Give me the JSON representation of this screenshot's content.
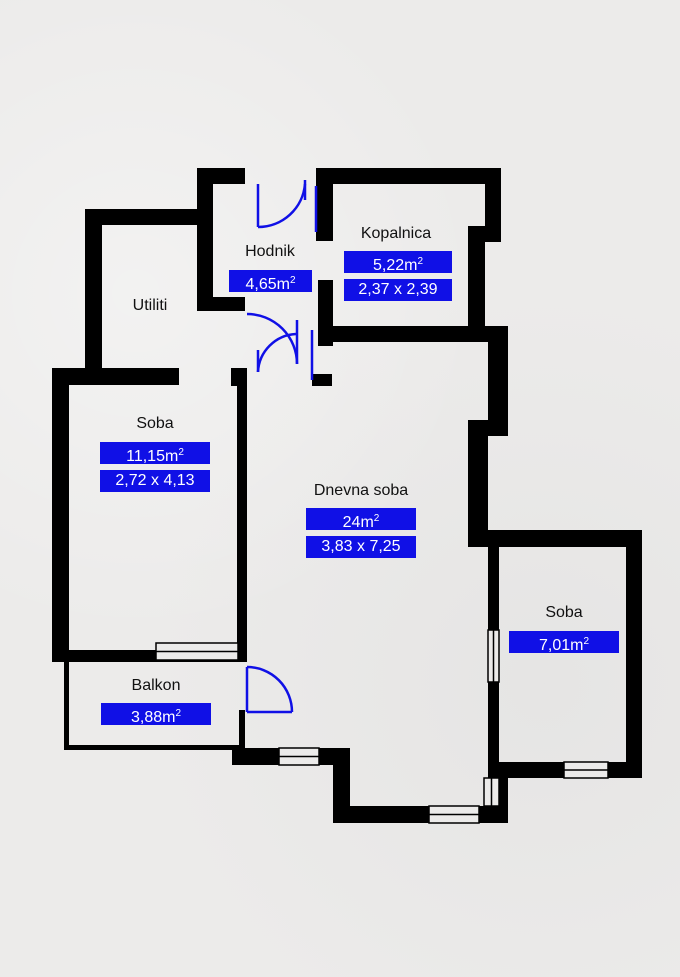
{
  "rooms": {
    "hodnik": {
      "name": "Hodnik",
      "area": "4,65",
      "unit": "m",
      "exp": "2"
    },
    "kopalnica": {
      "name": "Kopalnica",
      "area": "5,22",
      "unit": "m",
      "exp": "2",
      "dims": "2,37 x 2,39"
    },
    "utiliti": {
      "name": "Utiliti"
    },
    "soba1": {
      "name": "Soba",
      "area": "11,15",
      "unit": "m",
      "exp": "2",
      "dims": "2,72 x 4,13"
    },
    "dnevna": {
      "name": "Dnevna soba",
      "area": "24",
      "unit": "m",
      "exp": "2",
      "dims": "3,83 x 7,25"
    },
    "soba2": {
      "name": "Soba",
      "area": "7,01",
      "unit": "m",
      "exp": "2"
    },
    "balkon": {
      "name": "Balkon",
      "area": "3,88",
      "unit": "m",
      "exp": "2"
    }
  },
  "colors": {
    "wall": "#000000",
    "tag": "#1010e6",
    "door": "#1010e6",
    "paper": "#ecebea"
  }
}
